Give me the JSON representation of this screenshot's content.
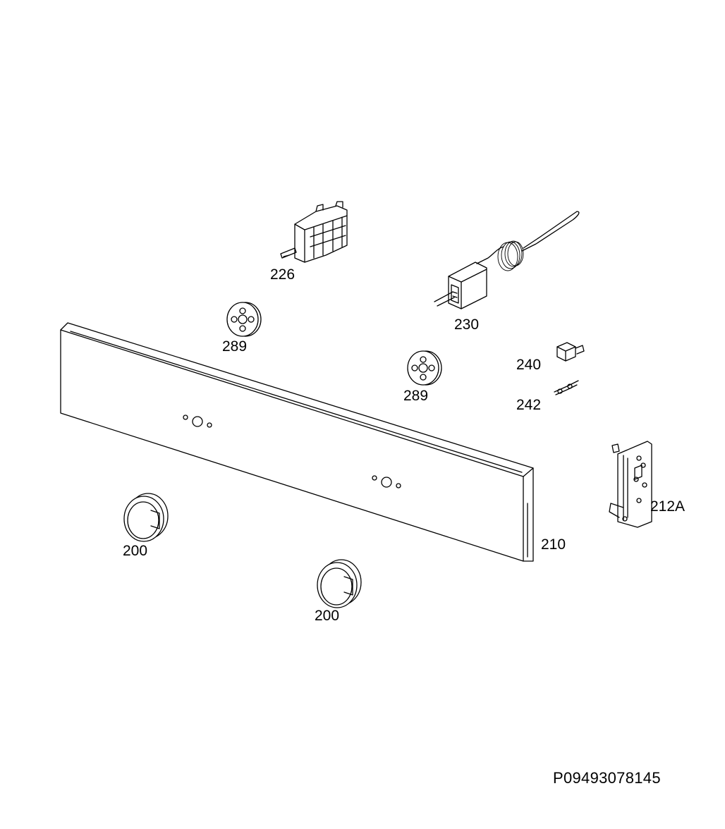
{
  "diagram": {
    "parts": [
      {
        "id": "switch",
        "label": "226",
        "icon": "selector-switch-icon"
      },
      {
        "id": "thermostat",
        "label": "230",
        "icon": "thermostat-icon"
      },
      {
        "id": "spacer-left",
        "label": "289",
        "icon": "spacer-ring-icon"
      },
      {
        "id": "spacer-right",
        "label": "289",
        "icon": "spacer-ring-icon"
      },
      {
        "id": "lamp",
        "label": "240",
        "icon": "indicator-lamp-icon"
      },
      {
        "id": "lamp-wire",
        "label": "242",
        "icon": "lamp-wire-icon"
      },
      {
        "id": "panel",
        "label": "210",
        "icon": "control-panel-icon"
      },
      {
        "id": "bracket",
        "label": "212A",
        "icon": "mounting-bracket-icon"
      },
      {
        "id": "knob-left",
        "label": "200",
        "icon": "control-knob-icon"
      },
      {
        "id": "knob-right",
        "label": "200",
        "icon": "control-knob-icon"
      }
    ],
    "code": "P09493078145"
  }
}
